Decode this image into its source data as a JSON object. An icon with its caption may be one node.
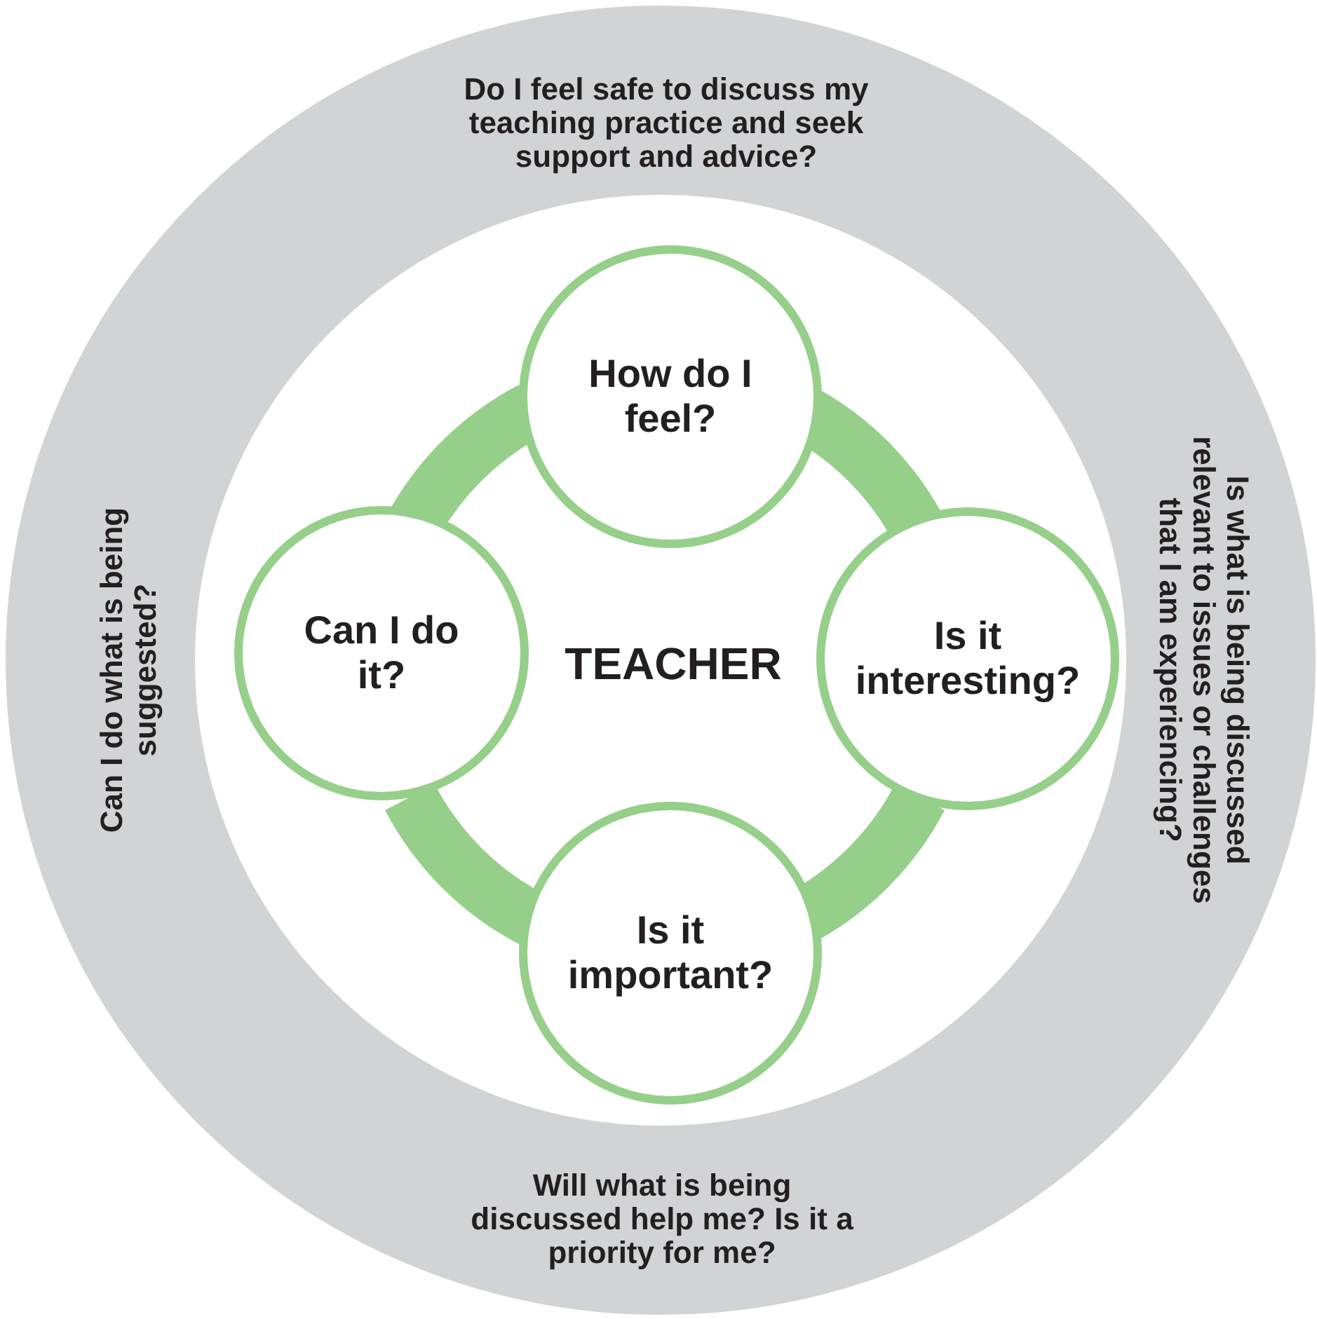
{
  "diagram": {
    "nodes": [
      {
        "text": [
          "Do I feel safe to discuss my teaching practice and seek support and advice?",
          "Is what is being discussed relevant to issues or challenges that I am experiencing?",
          "Will what is being discussed help me? Is it a priority for me?",
          "Can I do what is being suggested?"
        ]
      },
      {
        "text": [
          "How do I feel?"
        ],
        "in": 0
      },
      {
        "text": [
          "Can I do it?"
        ],
        "in": 0
      },
      {
        "text": [
          "Is it interesting?"
        ],
        "in": 0
      },
      {
        "text": [
          "Is it important?"
        ],
        "in": 0
      }
    ],
    "edges": [
      {
        "from": 1,
        "to": 3,
        "arrow": "none"
      },
      {
        "from": 3,
        "to": 4,
        "arrow": "none"
      },
      {
        "from": 4,
        "to": 2,
        "arrow": "none"
      },
      {
        "from": 2,
        "to": 1,
        "arrow": "none"
      }
    ],
    "labels": [
      "TEACHER"
    ]
  }
}
